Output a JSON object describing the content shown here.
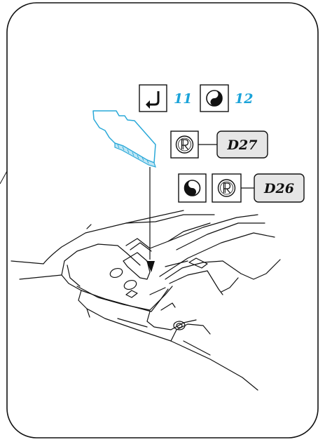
{
  "colors": {
    "step_accent": "#1aa3d9",
    "part_fill": "#bfe6f5",
    "part_stroke": "#29a8d8",
    "ref_box_fill": "#e6e6e6",
    "line": "#111111"
  },
  "steps": [
    {
      "icon": "return-arrow-icon",
      "number": "11"
    },
    {
      "icon": "yin-yang-icon",
      "number": "12"
    }
  ],
  "references": [
    {
      "icons": [
        "registered-r-icon"
      ],
      "code": "D27"
    },
    {
      "icons": [
        "yin-yang-icon",
        "registered-r-icon"
      ],
      "code": "D26"
    }
  ]
}
